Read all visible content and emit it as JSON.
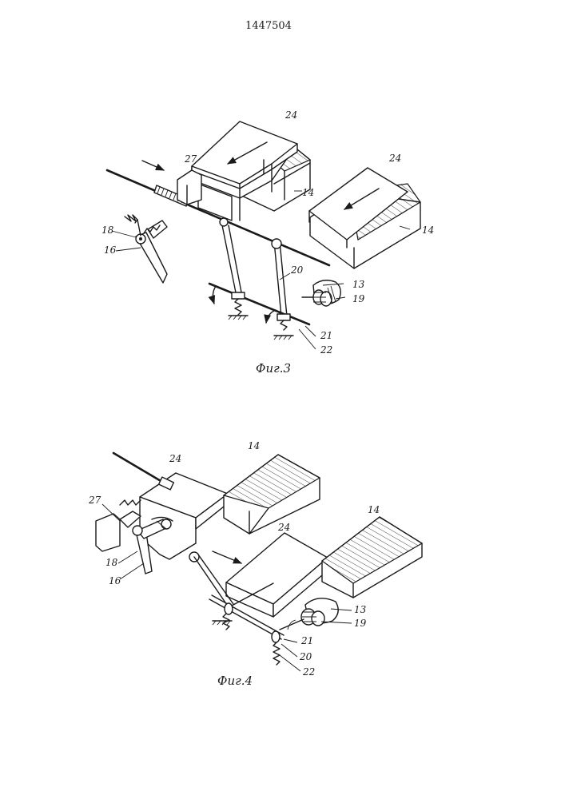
{
  "page_number": "1447504",
  "figures": [
    {
      "caption": "Фиг.3",
      "labels": {
        "l24a": "24",
        "l24b": "24",
        "l27": "27",
        "l14a": "14",
        "l14b": "14",
        "l18": "18",
        "l16": "16",
        "l20": "20",
        "l13": "13",
        "l19": "19",
        "l21": "21",
        "l22": "22"
      }
    },
    {
      "caption": "Фиг.4",
      "labels": {
        "l24a": "24",
        "l24b": "24",
        "l14a": "14",
        "l14b": "14",
        "l27": "27",
        "l18": "18",
        "l16": "16",
        "l13": "13",
        "l19": "19",
        "l21": "21",
        "l20": "20",
        "l22": "22"
      }
    }
  ]
}
